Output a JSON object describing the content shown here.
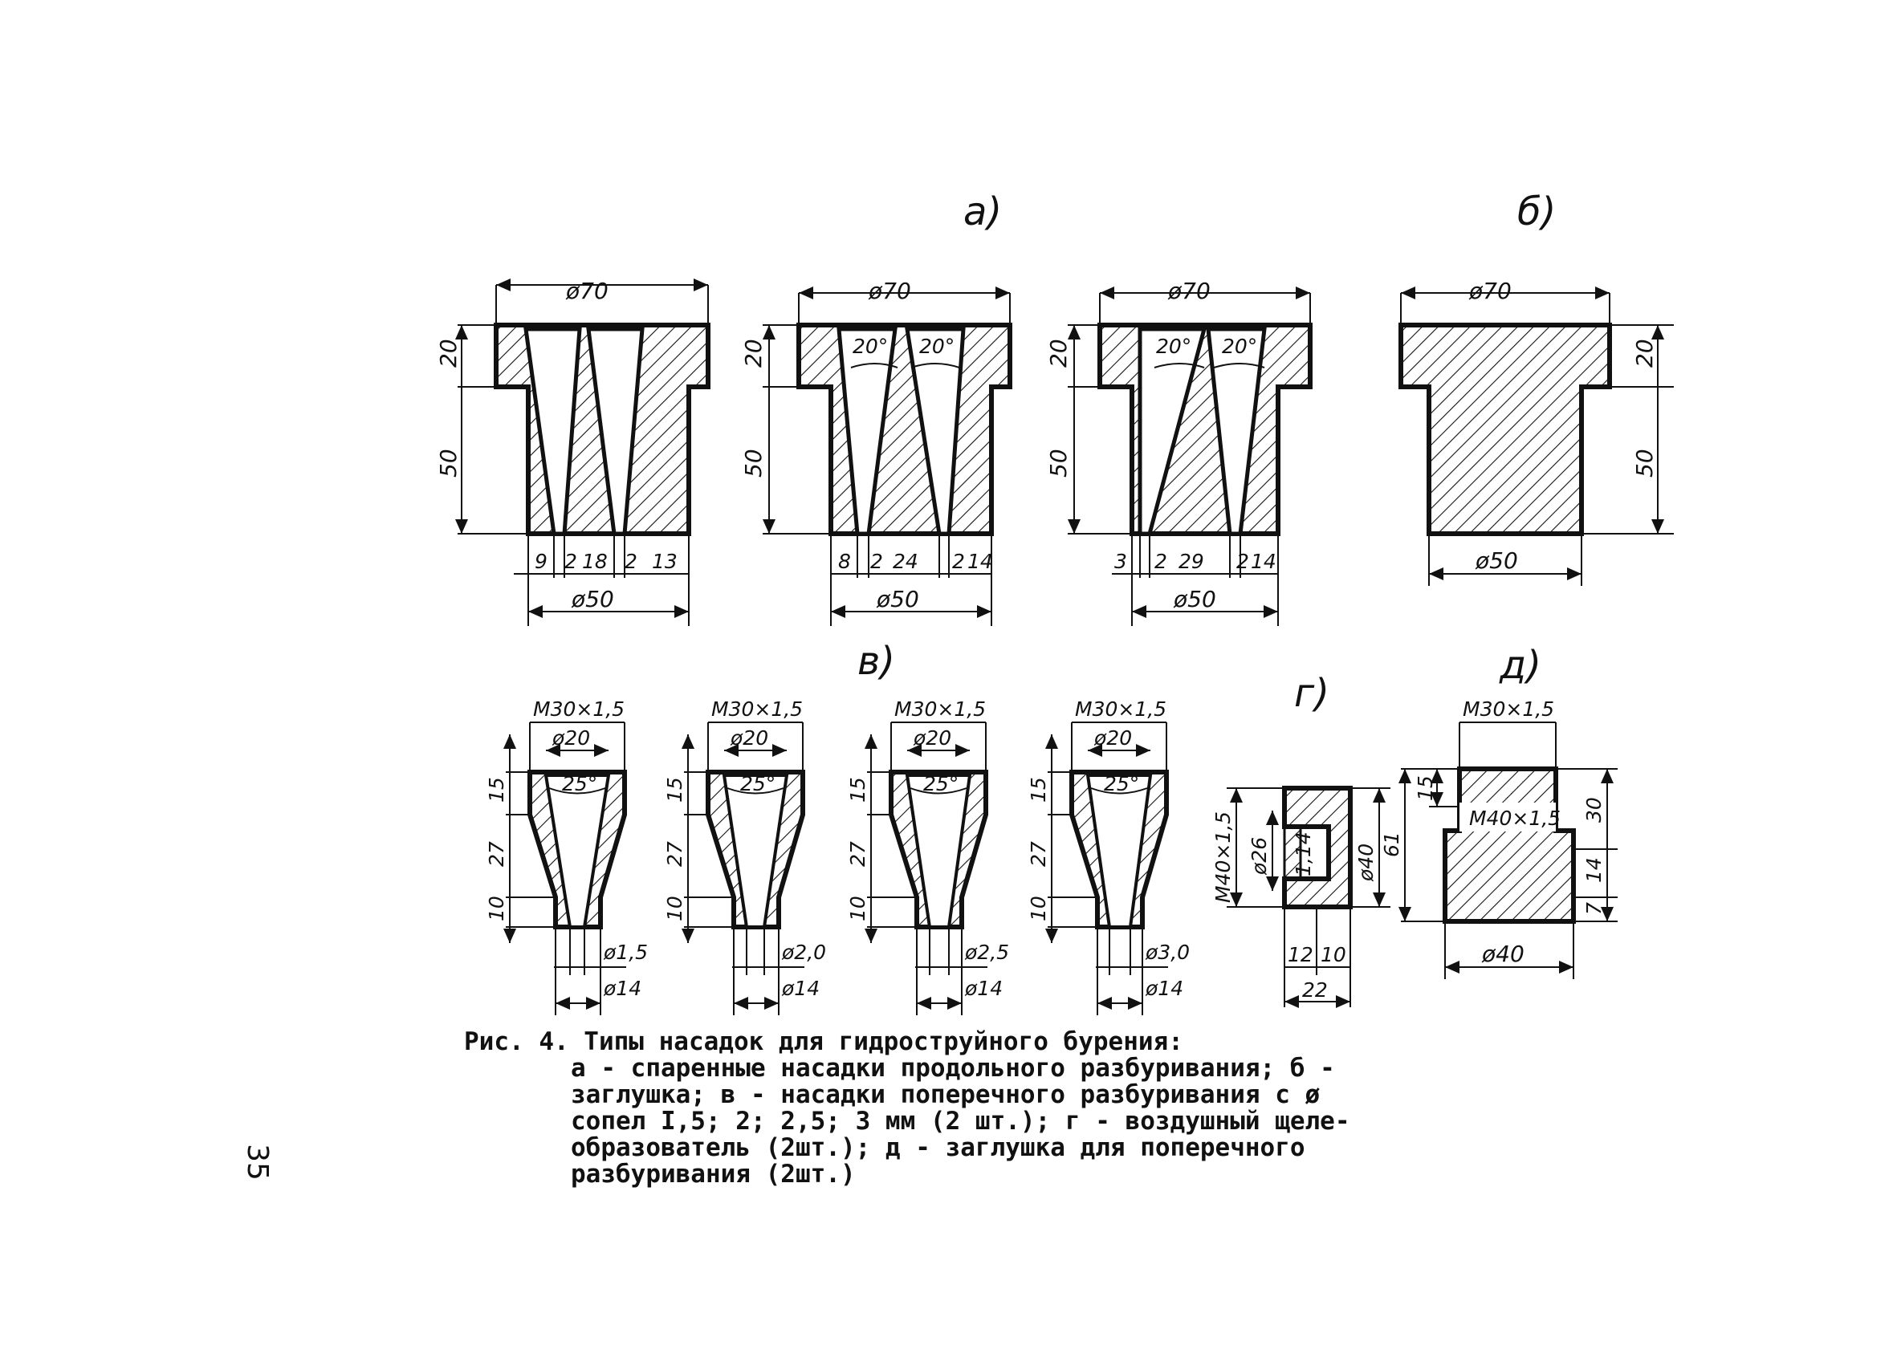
{
  "figure": {
    "panel_labels": {
      "a": "а)",
      "b": "б)",
      "v": "в)",
      "g": "г)",
      "d": "д)"
    },
    "panel_a": {
      "top_diameter": "ø70",
      "bottom_diameter": "ø50",
      "heights": [
        "20",
        "50"
      ],
      "angle": "20°",
      "bottom_dims": [
        [
          "9",
          "2",
          "18",
          "2",
          "13"
        ],
        [
          "8",
          "2",
          "24",
          "2",
          "14"
        ],
        [
          "3",
          "2",
          "29",
          "2",
          "14"
        ]
      ]
    },
    "panel_b": {
      "top_diameter": "ø70",
      "bottom_diameter": "ø50",
      "heights": [
        "20",
        "50"
      ]
    },
    "panel_v": {
      "thread": "М30×1,5",
      "inner_diameter": "ø20",
      "angle": "25°",
      "heights": [
        "15",
        "27",
        "10"
      ],
      "outer_bottom": "ø14",
      "nozzle_diameters": [
        "ø1,5",
        "ø2,0",
        "ø2,5",
        "ø3,0"
      ]
    },
    "panel_g": {
      "thread": "М40×1,5",
      "inner_diameter": "ø26",
      "small_dim": "1,14",
      "outer_diameter": "ø40",
      "widths": [
        "12",
        "10"
      ],
      "total_width": "22"
    },
    "panel_d": {
      "thread_top": "М30×1,5",
      "thread_inner": "М40×1,5",
      "heights": [
        "15",
        "30",
        "14",
        "7"
      ],
      "total_height": "61",
      "bottom_diameter": "ø40"
    }
  },
  "caption": {
    "lines": [
      "Рис. 4. Типы насадок для гидроструйного бурения:",
      "а - спаренные насадки продольного разбуривания; б -",
      "заглушка; в - насадки поперечного разбуривания с ø",
      "сопел I,5; 2; 2,5; 3 мм (2 шт.); г - воздушный щеле-",
      "образователь (2шт.); д - заглушка для поперечного",
      "разбуривания (2шт.)"
    ]
  },
  "page_number": "35"
}
